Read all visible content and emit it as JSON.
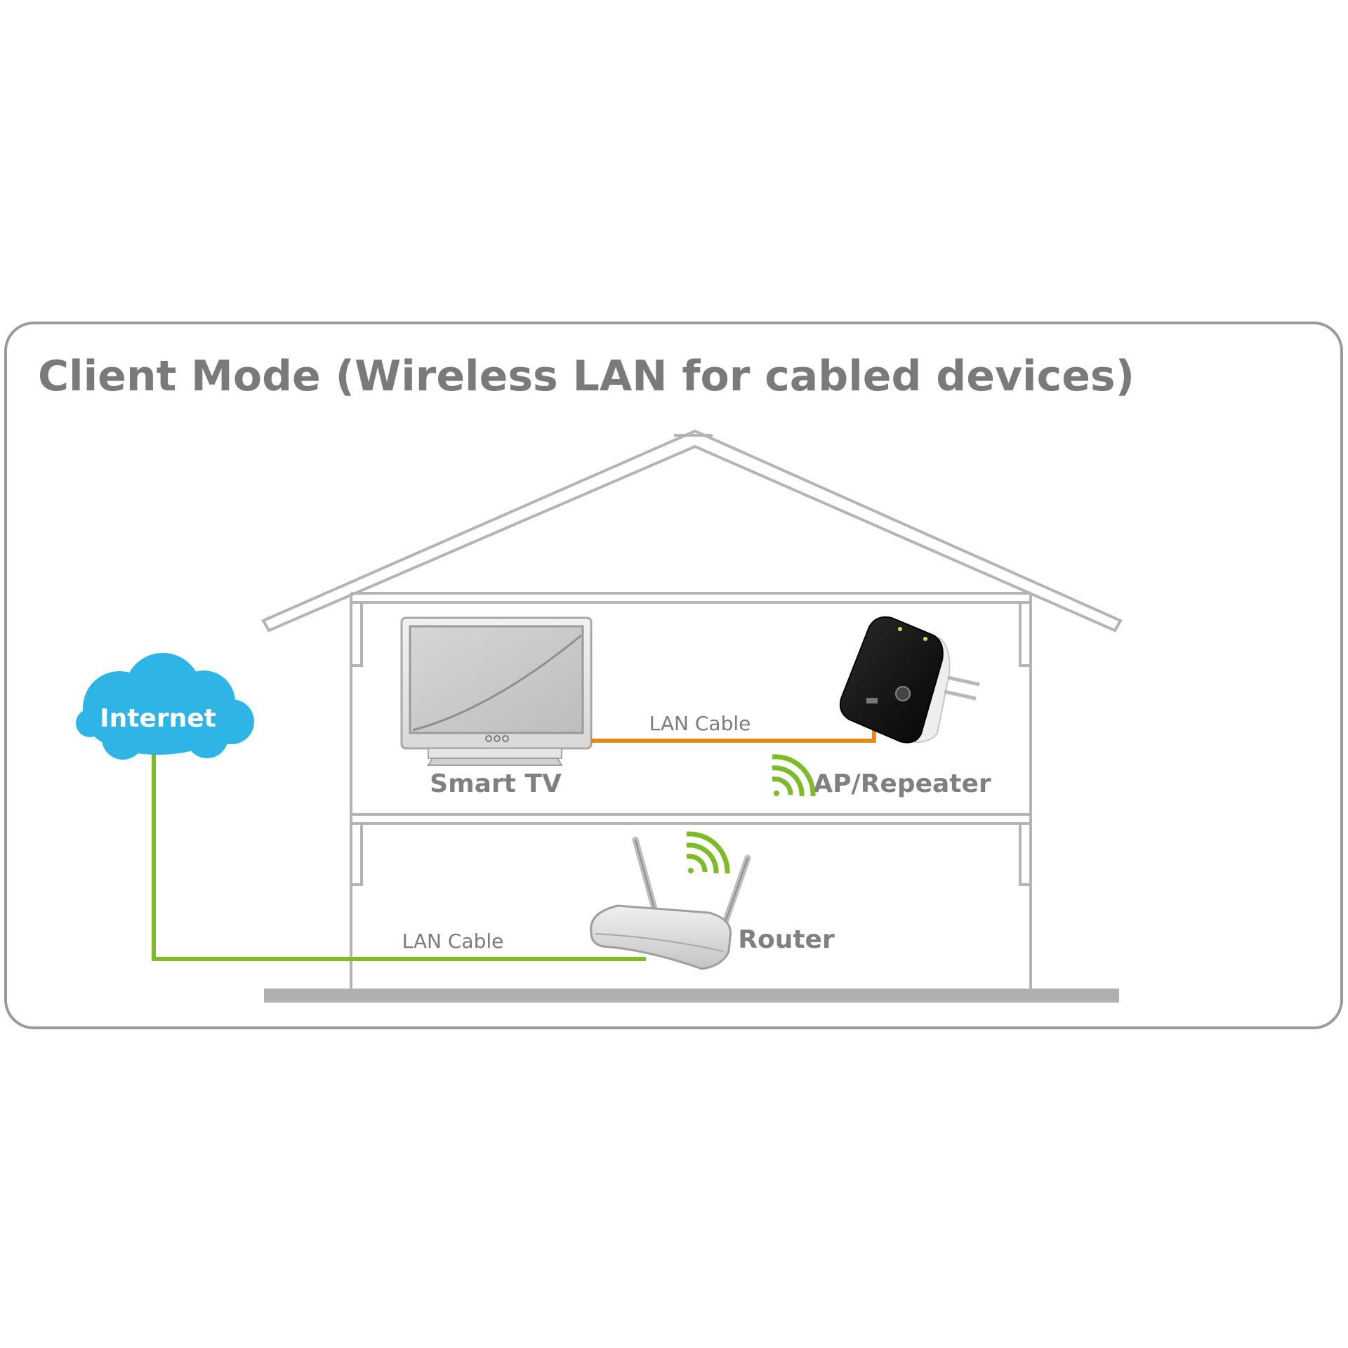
{
  "title": "Client Mode (Wireless LAN for cabled devices)",
  "labels": {
    "internet": "Internet",
    "smart_tv": "Smart TV",
    "ap_repeater": "AP/Repeater",
    "router": "Router",
    "lan_cable_upper": "LAN Cable",
    "lan_cable_lower": "LAN Cable"
  },
  "colors": {
    "frame": "#9a9a9a",
    "house_outline": "#b4b4b4",
    "cloud": "#2fb4e6",
    "cable_green": "#7dbb2a",
    "cable_orange": "#e58a1f",
    "wifi_green": "#7dbb2a",
    "title_gray": "#7a7a7a",
    "ground": "#b0b0b0"
  },
  "icons": [
    "cloud-icon",
    "tv-icon",
    "repeater-icon",
    "router-icon",
    "wifi-icon"
  ]
}
